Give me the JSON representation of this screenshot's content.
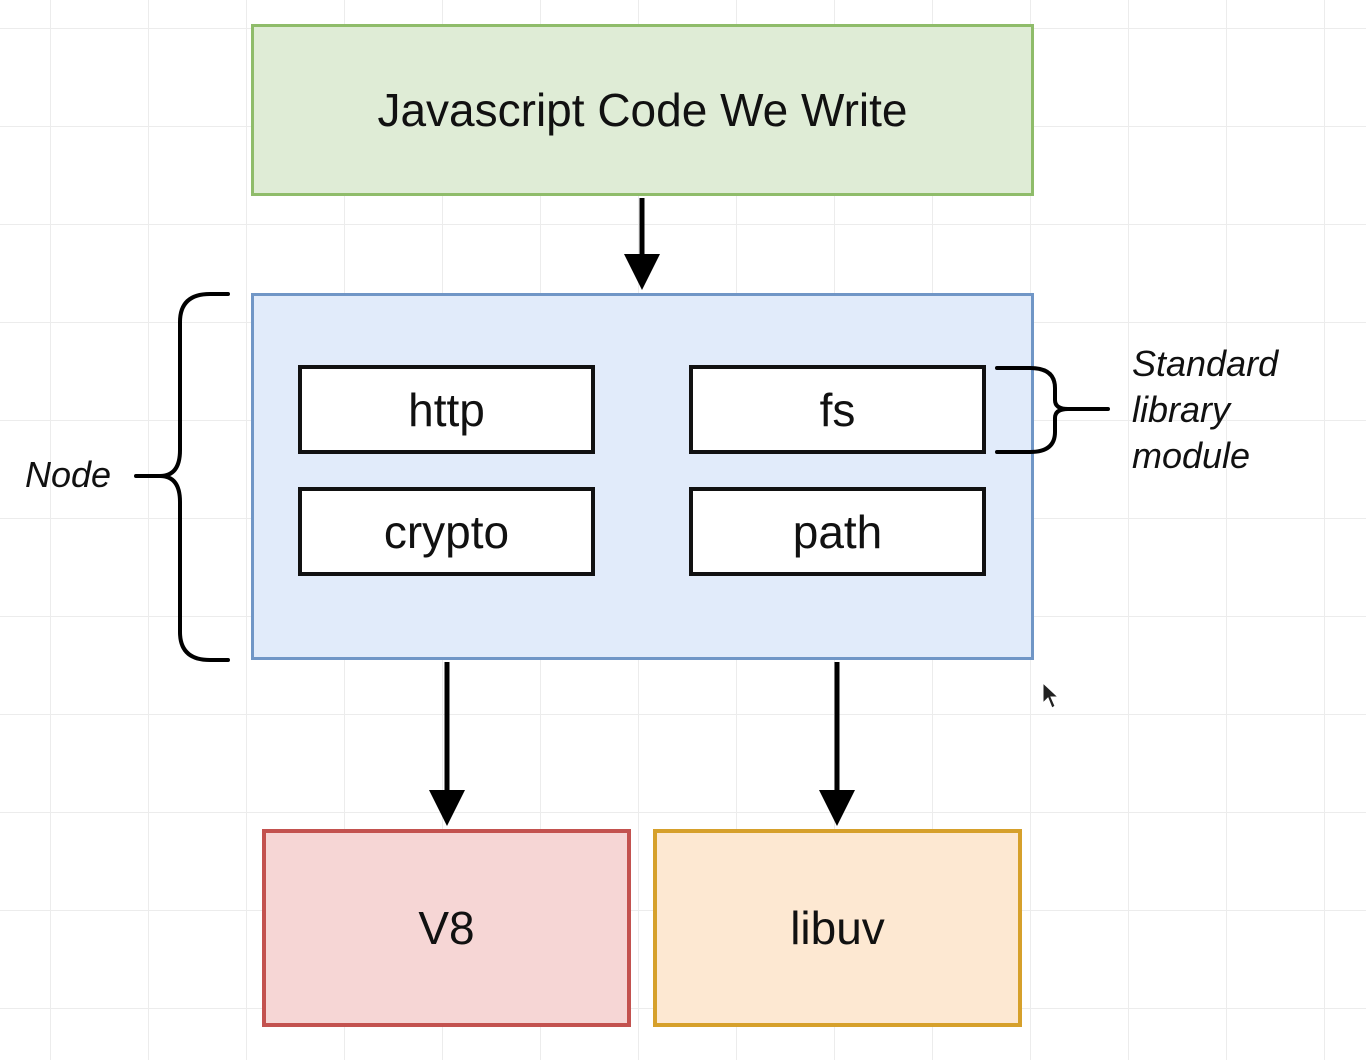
{
  "diagram": {
    "top_box": {
      "label": "Javascript Code We Write"
    },
    "node_group": {
      "label": "Node",
      "modules": [
        {
          "label": "http"
        },
        {
          "label": "fs"
        },
        {
          "label": "crypto"
        },
        {
          "label": "path"
        }
      ]
    },
    "annotation": {
      "line1": "Standard",
      "line2": "library",
      "line3": "module"
    },
    "bottom_boxes": [
      {
        "label": "V8"
      },
      {
        "label": "libuv"
      }
    ],
    "colors": {
      "js_fill": "#dfecd6",
      "js_border": "#8fbc6a",
      "node_fill": "#e1ebfa",
      "node_border": "#7096c6",
      "v8_fill": "#f6d6d5",
      "v8_border": "#c3524f",
      "libuv_fill": "#fde8d2",
      "libuv_border": "#d6a02b"
    }
  }
}
